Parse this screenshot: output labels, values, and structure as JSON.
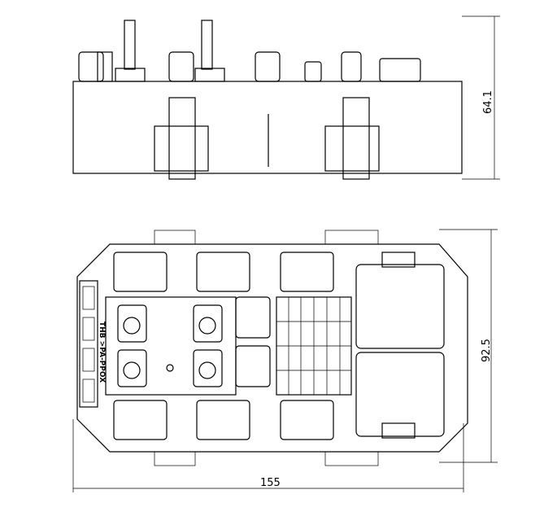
{
  "dimensions": {
    "height_top_view": "64.1",
    "depth_plan_view": "92.5",
    "width_plan_view": "155"
  },
  "part_marking": "THB >PA-PPOX",
  "colors": {
    "line": "#000000",
    "background": "#ffffff"
  }
}
